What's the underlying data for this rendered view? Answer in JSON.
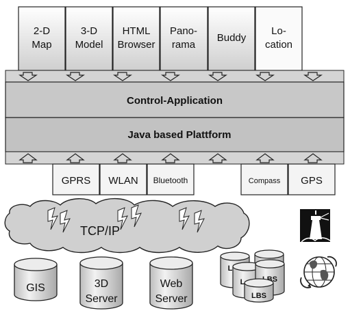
{
  "modules": [
    {
      "line1": "2-D",
      "line2": "Map"
    },
    {
      "line1": "3-D",
      "line2": "Model"
    },
    {
      "line1": "HTML",
      "line2": "Browser"
    },
    {
      "line1": "Pano-",
      "line2": "rama"
    },
    {
      "line1": "Buddy",
      "line2": ""
    },
    {
      "line1": "Lo-",
      "line2": "cation"
    }
  ],
  "layers": {
    "control": "Control-Application",
    "platform": "Java based Plattform"
  },
  "interfaces": [
    "GPRS",
    "WLAN",
    "Bluetooth",
    "Compass",
    "GPS"
  ],
  "network": "TCP/IP",
  "servers": [
    {
      "line1": "GIS",
      "line2": ""
    },
    {
      "line1": "3D",
      "line2": "Server"
    },
    {
      "line1": "Web",
      "line2": "Server"
    }
  ],
  "lbs": [
    "L",
    "L",
    "LBS",
    "LBS"
  ],
  "icons": [
    "lighthouse-icon",
    "globe-icon"
  ],
  "colors": {
    "band": "#c8c8c8",
    "box_light": "#f2f2f2",
    "box_mid": "#dedede",
    "cloud": "#d0d0d0",
    "stroke": "#222222"
  }
}
